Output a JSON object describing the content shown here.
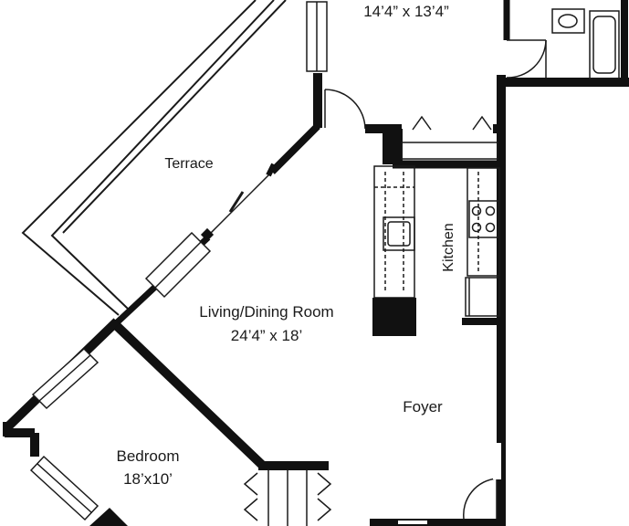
{
  "rooms": {
    "bedroom_top": {
      "dims": "14’4” x 13’4”"
    },
    "terrace": {
      "name": "Terrace"
    },
    "kitchen": {
      "name": "Kitchen"
    },
    "living": {
      "name": "Living/Dining Room",
      "dims": "24’4” x 18’"
    },
    "foyer": {
      "name": "Foyer"
    },
    "bedroom": {
      "name": "Bedroom",
      "dims": "18’x10’"
    }
  },
  "colors": {
    "wall": "#111111",
    "line": "#1a1a1a",
    "background": "#ffffff"
  }
}
